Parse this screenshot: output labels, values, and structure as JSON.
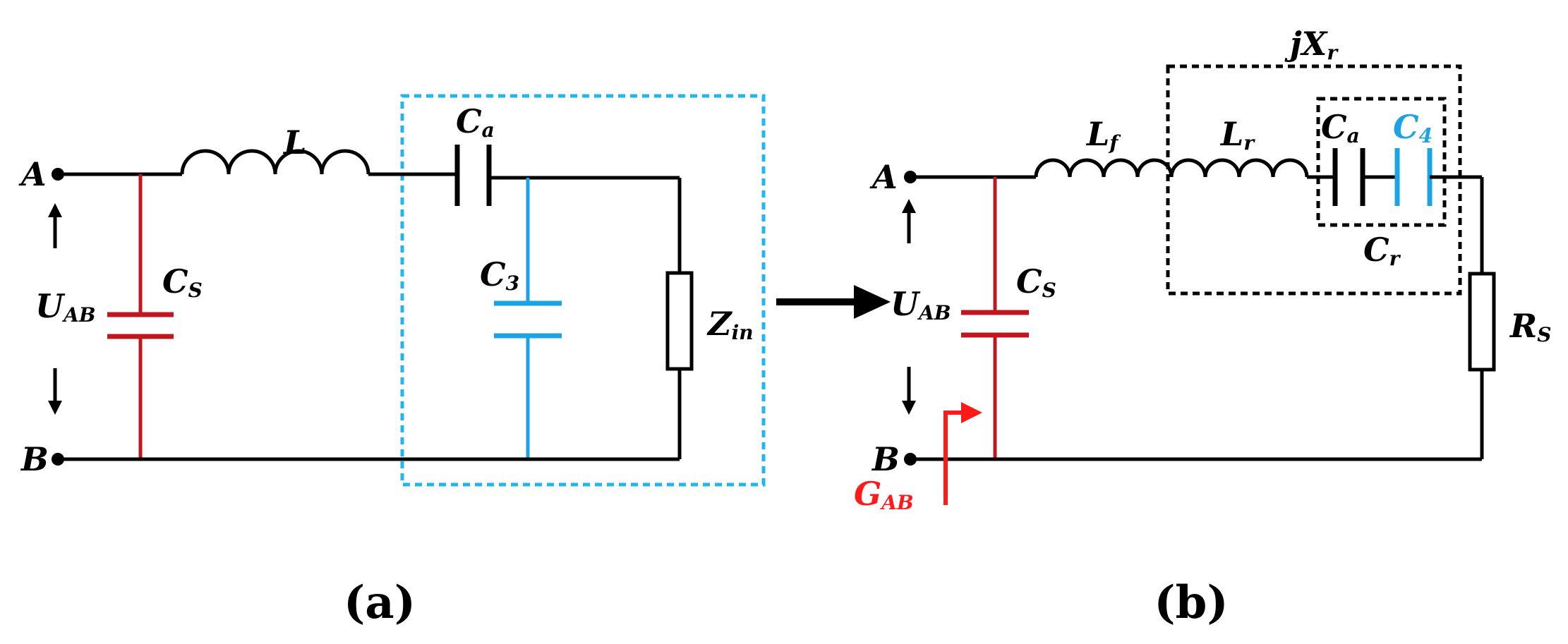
{
  "colors": {
    "wire": "#000000",
    "cs": "#c0161c",
    "c_blue": "#1ca3e6",
    "g_ab": "#ff1a1a",
    "dash_blue": "#21b6ee"
  },
  "panel_a": {
    "caption": "(a)",
    "node_a": "A",
    "node_b": "B",
    "inductor": "L",
    "cs": {
      "main": "C",
      "sub": "S"
    },
    "ca": {
      "main": "C",
      "sub": "a"
    },
    "c3": {
      "main": "C",
      "sub": "3"
    },
    "zin": {
      "main": "Z",
      "sub": "in"
    },
    "uab": {
      "main": "U",
      "sub": "AB"
    }
  },
  "panel_b": {
    "caption": "(b)",
    "node_a": "A",
    "node_b": "B",
    "lf": {
      "main": "L",
      "sub": "f"
    },
    "lr": {
      "main": "L",
      "sub": "r"
    },
    "ca": {
      "main": "C",
      "sub": "a"
    },
    "c4": {
      "main": "C",
      "sub": "4"
    },
    "cr": {
      "main": "C",
      "sub": "r"
    },
    "jxr": {
      "main": "jX",
      "sub": "r"
    },
    "cs": {
      "main": "C",
      "sub": "S"
    },
    "rs": {
      "main": "R",
      "sub": "S"
    },
    "uab": {
      "main": "U",
      "sub": "AB"
    },
    "gab": {
      "main": "G",
      "sub": "AB"
    }
  }
}
